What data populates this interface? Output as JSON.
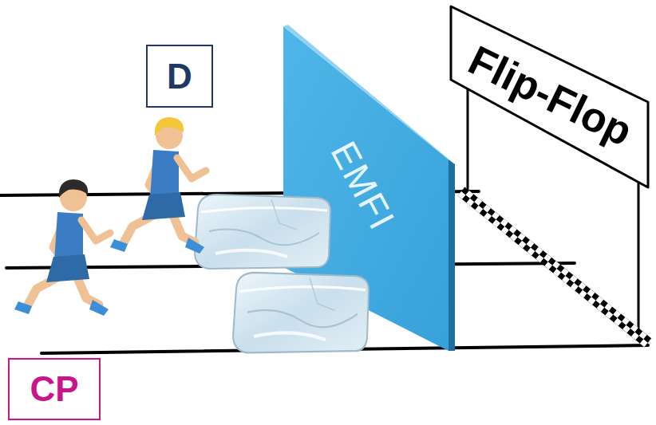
{
  "diagram": {
    "nodes": [
      {
        "text": [
          "D"
        ]
      },
      {
        "text": [
          "EMFI"
        ]
      },
      {
        "text": [
          "Flip-Flop"
        ]
      },
      {
        "text": [
          "CP"
        ]
      }
    ]
  }
}
